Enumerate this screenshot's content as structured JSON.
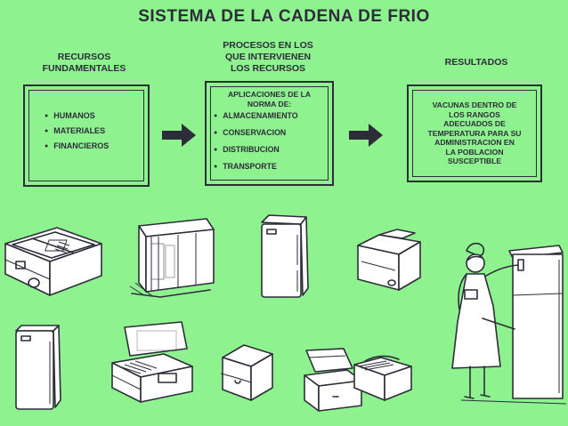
{
  "title": "SISTEMA DE LA CADENA DE FRIO",
  "columns": {
    "resources": {
      "heading_line1": "RECURSOS",
      "heading_line2": "FUNDAMENTALES",
      "items": [
        "HUMANOS",
        "MATERIALES",
        "FINANCIEROS"
      ]
    },
    "processes": {
      "heading_line1": "PROCESOS EN LOS",
      "heading_line2": "QUE INTERVIENEN",
      "heading_line3": "LOS RECURSOS",
      "intro_line1": "APLICACIONES DE LA",
      "intro_line2": "NORMA DE:",
      "items": [
        "ALMACENAMIENTO",
        "CONSERVACION",
        "DISTRIBUCION",
        "TRANSPORTE"
      ]
    },
    "results": {
      "heading": "RESULTADOS",
      "lines": [
        "VACUNAS DENTRO DE",
        "LOS RANGOS",
        "ADECUADOS DE",
        "TEMPERATURA PARA SU",
        "ADMINISTRACION EN",
        "LA POBLACION",
        "SUSCEPTIBLE"
      ]
    }
  },
  "icons": [
    "open-cooler-box-icon",
    "cold-room-icon",
    "refrigerator-icon",
    "chest-freezer-icon",
    "nurse-at-refrigerator-icon",
    "small-refrigerator-icon",
    "open-vaccine-carrier-icon",
    "closed-cooler-icon",
    "vaccine-carrier-icon",
    "portable-cooler-icon",
    "arrow-right-icon"
  ],
  "colors": {
    "background": "#8ef28f",
    "ink": "#2d2d3a"
  }
}
